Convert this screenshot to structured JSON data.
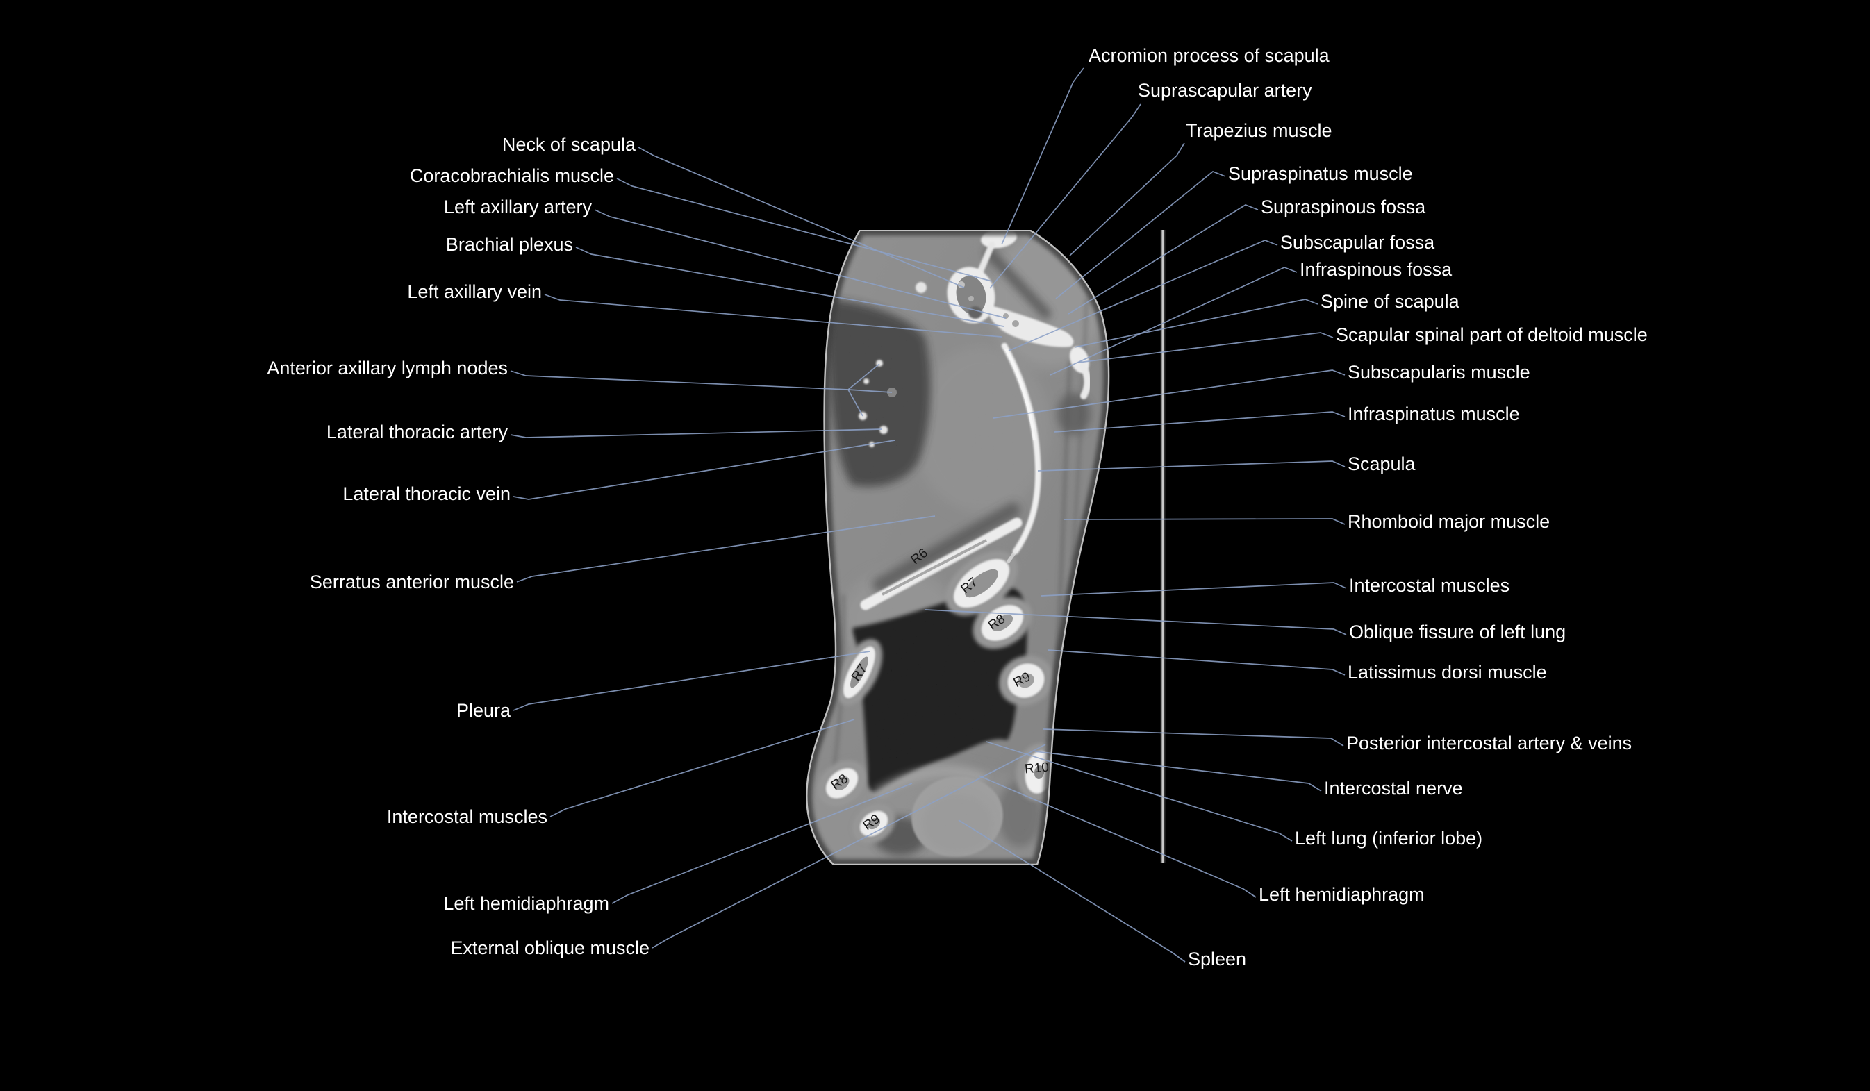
{
  "figure": {
    "type": "annotated sagittal CT scan of left thorax and shoulder"
  },
  "colors": {
    "background": "#000000",
    "label_text": "#ffffff",
    "leader_line": "#8ca1c6",
    "reference_line": "#d6d6d6",
    "rib_label_text": "#161616",
    "bone": "#f1f1f1",
    "soft_tissue": "#7c7c7c",
    "lung": "#050505"
  },
  "labels": {
    "top": [
      {
        "text": "Acromion process of scapula"
      },
      {
        "text": "Suprascapular artery"
      },
      {
        "text": "Trapezius muscle"
      }
    ],
    "left": [
      {
        "text": "Neck of scapula"
      },
      {
        "text": "Coracobrachialis muscle"
      },
      {
        "text": "Left axillary artery"
      },
      {
        "text": "Brachial plexus"
      },
      {
        "text": "Left axillary vein"
      },
      {
        "text": "Anterior axillary lymph nodes"
      },
      {
        "text": "Lateral thoracic artery"
      },
      {
        "text": "Lateral thoracic vein"
      },
      {
        "text": "Serratus anterior muscle"
      },
      {
        "text": "Pleura"
      },
      {
        "text": "Intercostal muscles"
      },
      {
        "text": "Left hemidiaphragm"
      },
      {
        "text": "External oblique muscle"
      }
    ],
    "right": [
      {
        "text": "Supraspinatus muscle"
      },
      {
        "text": "Supraspinous fossa"
      },
      {
        "text": "Subscapular fossa"
      },
      {
        "text": "Infraspinous fossa"
      },
      {
        "text": "Spine of scapula"
      },
      {
        "text": "Scapular spinal part of deltoid muscle"
      },
      {
        "text": "Subscapularis muscle"
      },
      {
        "text": "Infraspinatus muscle"
      },
      {
        "text": "Scapula"
      },
      {
        "text": "Rhomboid major muscle"
      },
      {
        "text": "Intercostal muscles"
      },
      {
        "text": "Oblique fissure of left lung"
      },
      {
        "text": "Latissimus dorsi muscle"
      },
      {
        "text": "Posterior intercostal artery & veins"
      },
      {
        "text": "Intercostal nerve"
      },
      {
        "text": "Left lung (inferior lobe)"
      },
      {
        "text": "Left hemidiaphragm"
      },
      {
        "text": "Spleen"
      }
    ]
  },
  "scan": {
    "ribs": [
      {
        "label": "R6"
      },
      {
        "label": "R7"
      },
      {
        "label": "R8"
      },
      {
        "label": "R9"
      },
      {
        "label": "R10"
      },
      {
        "label": "R7"
      },
      {
        "label": "R8"
      },
      {
        "label": "R9"
      }
    ]
  }
}
